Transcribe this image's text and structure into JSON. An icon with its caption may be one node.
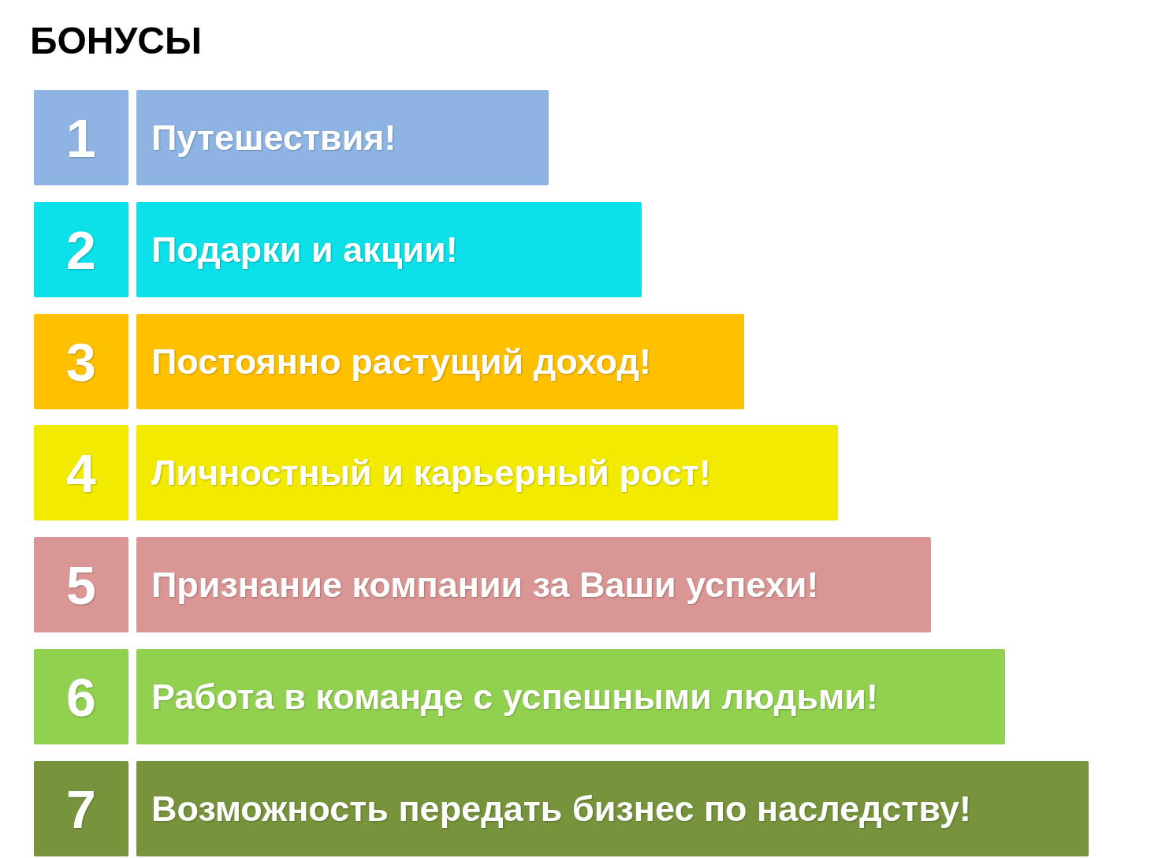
{
  "diagram": {
    "title": "БОНУСЫ",
    "nodes": [
      {
        "text": [
          "1"
        ]
      },
      {
        "text": [
          "Путешествия!"
        ]
      },
      {
        "text": [
          "2"
        ]
      },
      {
        "text": [
          "Подарки и акции!"
        ]
      },
      {
        "text": [
          "3"
        ]
      },
      {
        "text": [
          "Постоянно растущий доход!"
        ]
      },
      {
        "text": [
          "4"
        ]
      },
      {
        "text": [
          "Личностный и карьерный рост!"
        ]
      },
      {
        "text": [
          "5"
        ]
      },
      {
        "text": [
          "Признание компании за Ваши успехи!"
        ]
      },
      {
        "text": [
          "6"
        ]
      },
      {
        "text": [
          "Работа в команде с успешными людьми!"
        ]
      },
      {
        "text": [
          "7"
        ]
      },
      {
        "text": [
          "Возможность передать бизнес по наследству!"
        ]
      }
    ]
  }
}
